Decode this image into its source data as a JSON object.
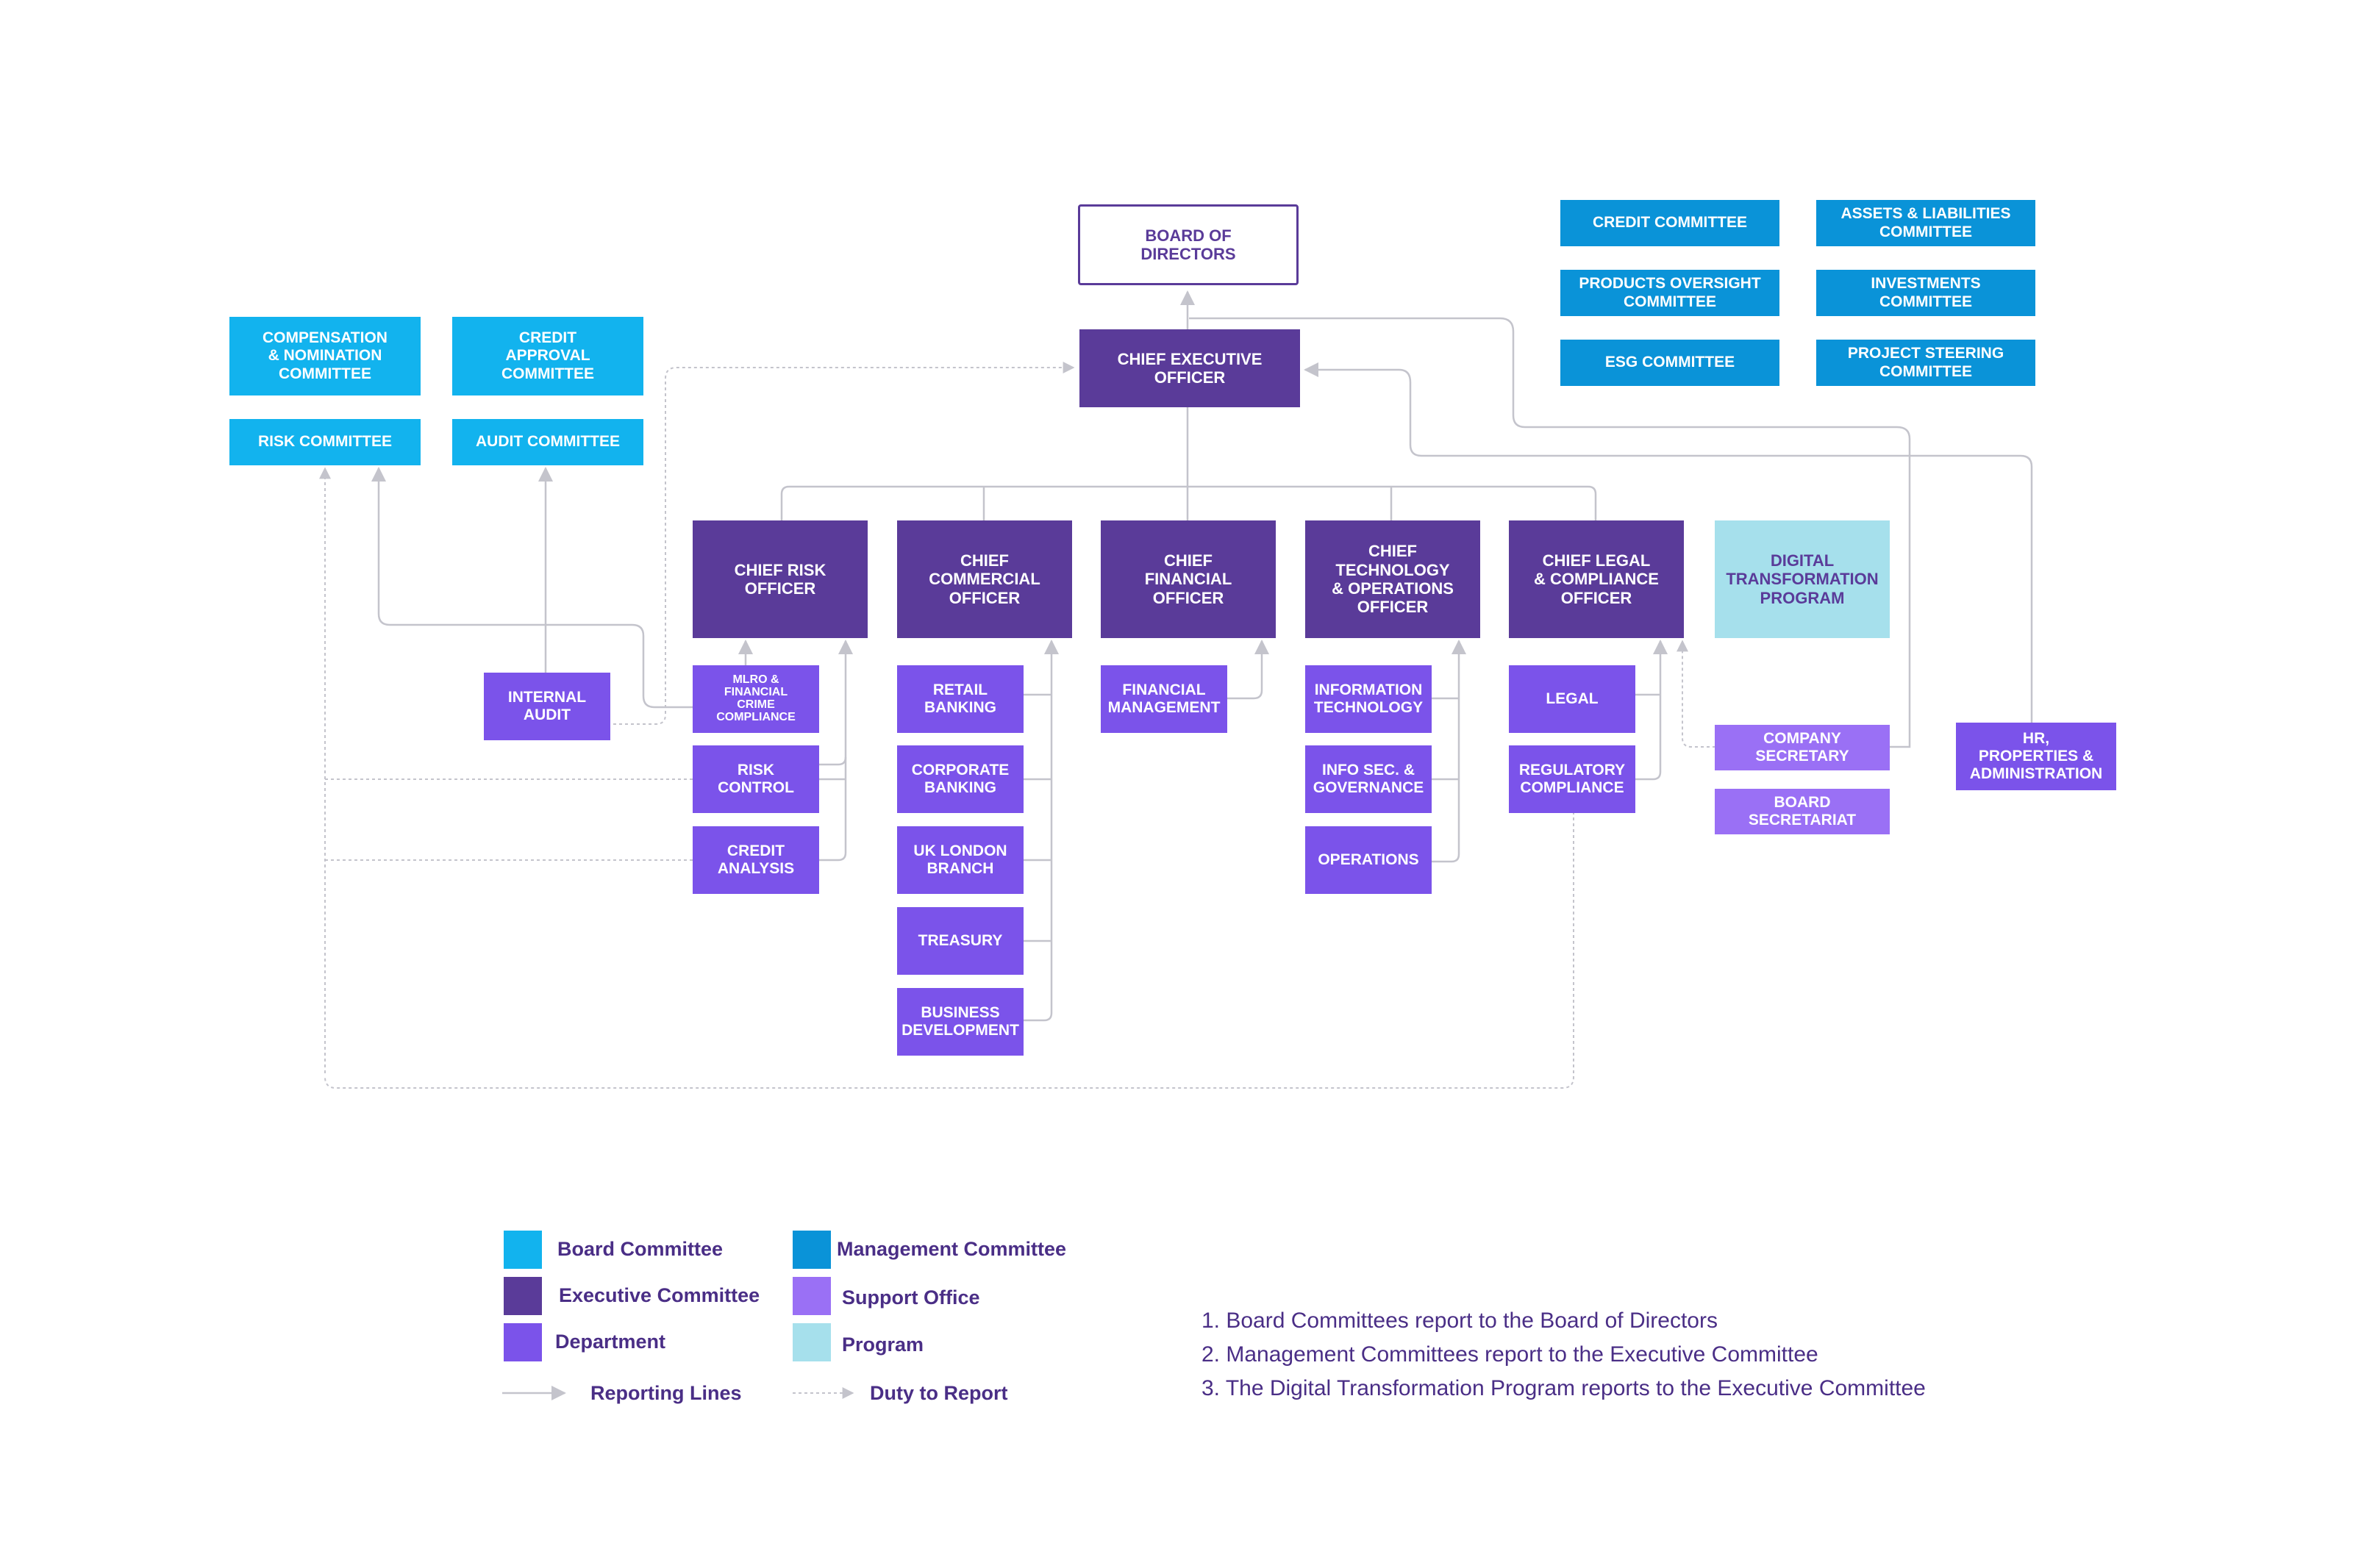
{
  "org": {
    "board_of_directors": "BOARD OF\nDIRECTORS",
    "ceo": "CHIEF EXECUTIVE\nOFFICER",
    "board_committees": {
      "compensation": "COMPENSATION\n& NOMINATION\nCOMMITTEE",
      "credit_approval": "CREDIT\nAPPROVAL\nCOMMITTEE",
      "risk": "RISK COMMITTEE",
      "audit": "AUDIT COMMITTEE"
    },
    "management_committees": {
      "credit": "CREDIT COMMITTEE",
      "alco": "ASSETS & LIABILITIES\nCOMMITTEE",
      "products": "PRODUCTS OVERSIGHT\nCOMMITTEE",
      "investments": "INVESTMENTS\nCOMMITTEE",
      "esg": "ESG COMMITTEE",
      "project_steering": "PROJECT STEERING\nCOMMITTEE"
    },
    "executives": {
      "cro": "CHIEF RISK\nOFFICER",
      "cco": "CHIEF\nCOMMERCIAL\nOFFICER",
      "cfo": "CHIEF\nFINANCIAL\nOFFICER",
      "cto": "CHIEF\nTECHNOLOGY\n& OPERATIONS\nOFFICER",
      "clo": "CHIEF LEGAL\n& COMPLIANCE\nOFFICER"
    },
    "program": "DIGITAL\nTRANSFORMATION\nPROGRAM",
    "departments": {
      "internal_audit": "INTERNAL\nAUDIT",
      "mlro": "MLRO &\nFINANCIAL\nCRIME\nCOMPLIANCE",
      "risk_control": "RISK\nCONTROL",
      "credit_analysis": "CREDIT\nANALYSIS",
      "retail_banking": "RETAIL\nBANKING",
      "corporate_banking": "CORPORATE\nBANKING",
      "uk_london": "UK LONDON\nBRANCH",
      "treasury": "TREASURY",
      "business_dev": "BUSINESS\nDEVELOPMENT",
      "financial_mgmt": "FINANCIAL\nMANAGEMENT",
      "info_tech": "INFORMATION\nTECHNOLOGY",
      "info_sec": "INFO SEC. &\nGOVERNANCE",
      "operations": "OPERATIONS",
      "legal": "LEGAL",
      "reg_compliance": "REGULATORY\nCOMPLIANCE",
      "hr": "HR,\nPROPERTIES &\nADMINISTRATION"
    },
    "support": {
      "company_secretary": "COMPANY\nSECRETARY",
      "board_secretariat": "BOARD\nSECRETARIAT"
    }
  },
  "legend": {
    "board_committee": "Board Committee",
    "management_committee": "Management Committee",
    "executive_committee": "Executive Committee",
    "support_office": "Support Office",
    "department": "Department",
    "program": "Program",
    "reporting_lines": "Reporting Lines",
    "duty_to_report": "Duty to Report"
  },
  "notes": [
    "1. Board Committees report to the Board of Directors",
    "2. Management Committees report to the Executive Committee",
    "3. The Digital Transformation Program reports to the Executive Committee"
  ],
  "colors": {
    "board_committee": "#12b3ee",
    "management_committee": "#0a93d8",
    "executive_committee": "#5a3b99",
    "department": "#7b53ea",
    "support_office": "#9a70f5",
    "program": "#a6e0ec",
    "line": "#c4c4cc",
    "text": "#4a2e86"
  }
}
